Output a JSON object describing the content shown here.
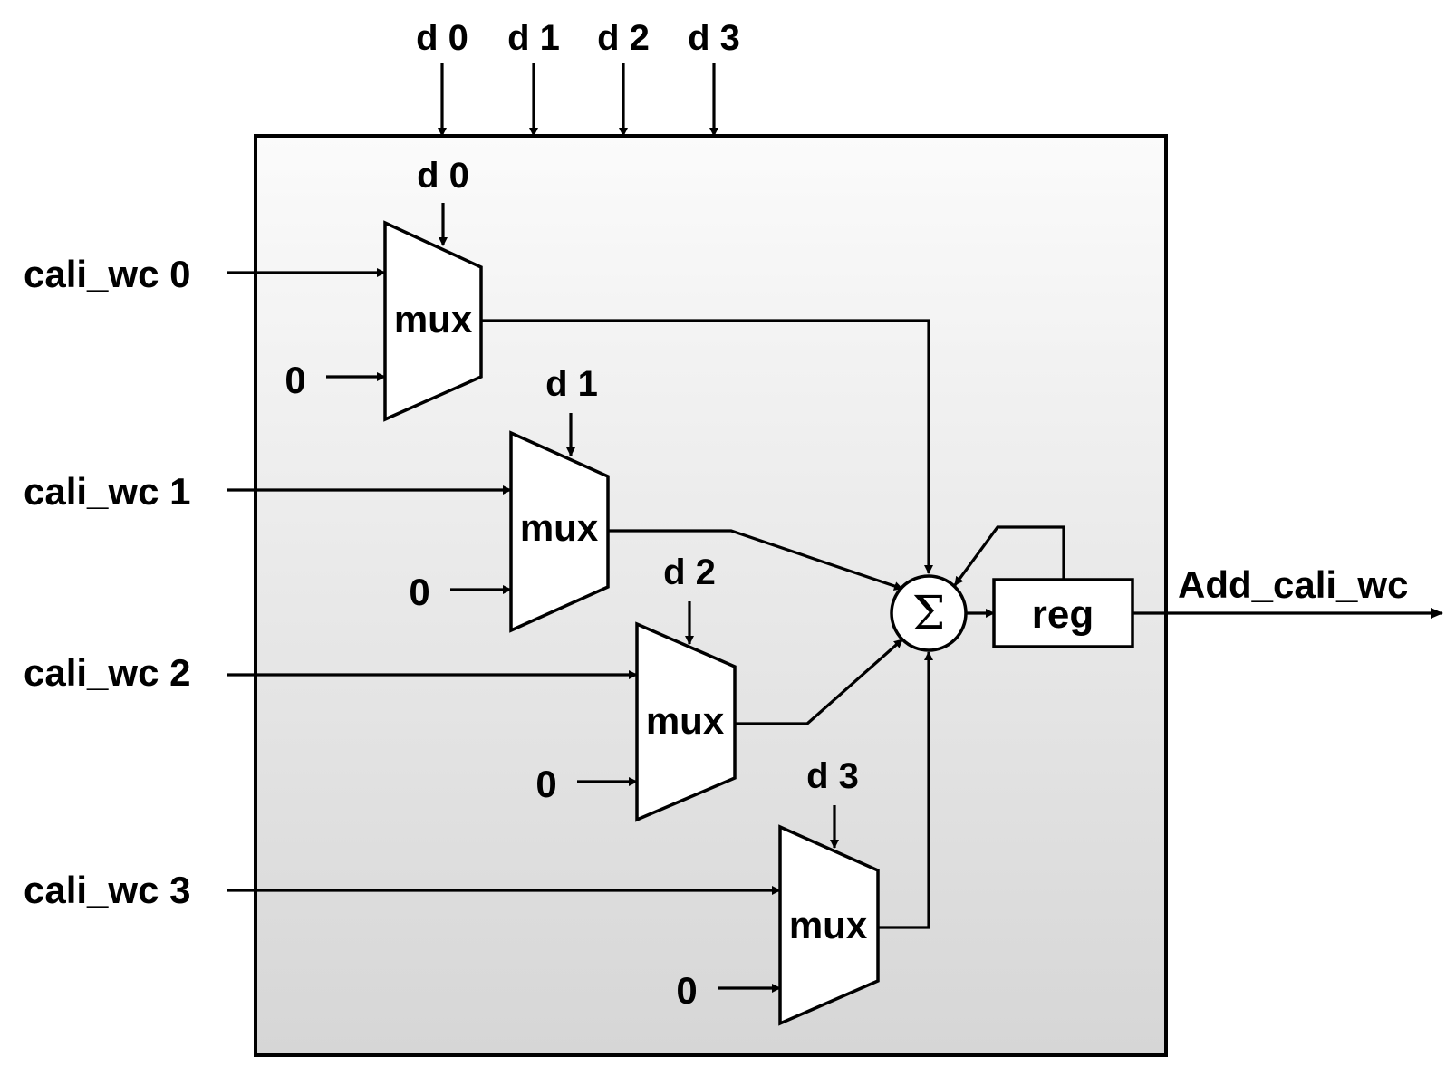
{
  "diagram": {
    "top_selects": [
      "d 0",
      "d 1",
      "d 2",
      "d 3"
    ],
    "inputs": [
      "cali_wc 0",
      "cali_wc 1",
      "cali_wc 2",
      "cali_wc 3"
    ],
    "muxes": [
      {
        "label": "mux",
        "select": "d 0",
        "zero": "0"
      },
      {
        "label": "mux",
        "select": "d 1",
        "zero": "0"
      },
      {
        "label": "mux",
        "select": "d 2",
        "zero": "0"
      },
      {
        "label": "mux",
        "select": "d 3",
        "zero": "0"
      }
    ],
    "adder_symbol": "Σ",
    "register_label": "reg",
    "output_label": "Add_cali_wc"
  }
}
